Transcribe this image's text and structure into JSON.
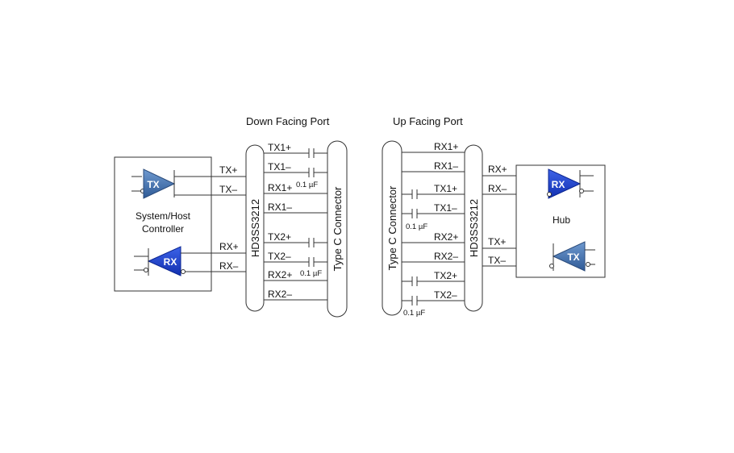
{
  "titles": {
    "left": "Down Facing Port",
    "right": "Up Facing Port"
  },
  "left_side": {
    "host_label_line1": "System/Host",
    "host_label_line2": "Controller",
    "tx_buffer": "TX",
    "rx_buffer": "RX",
    "host_signals": [
      "TX+",
      "TX–",
      "RX+",
      "RX–"
    ],
    "switch_name": "HD3SS3212",
    "connector_name": "Type C Connector",
    "port_signals": [
      "TX1+",
      "TX1–",
      "RX1+",
      "RX1–",
      "TX2+",
      "TX2–",
      "RX2+",
      "RX2–"
    ],
    "cap_labels": [
      "0.1 µF",
      "0.1 µF"
    ]
  },
  "right_side": {
    "hub_label": "Hub",
    "rx_buffer": "RX",
    "tx_buffer": "TX",
    "hub_signals": [
      "RX+",
      "RX–",
      "TX+",
      "TX–"
    ],
    "switch_name": "HD3SS3212",
    "connector_name": "Type C Connector",
    "port_signals": [
      "RX1+",
      "RX1–",
      "TX1+",
      "TX1–",
      "RX2+",
      "RX2–",
      "TX2+",
      "TX2–"
    ],
    "cap_labels": [
      "0.1 µF",
      "0.1 µF"
    ]
  },
  "colors": {
    "buffer_blue": "#1a3fcf",
    "buffer_steel": "#4a78b8",
    "wire": "#333333"
  }
}
